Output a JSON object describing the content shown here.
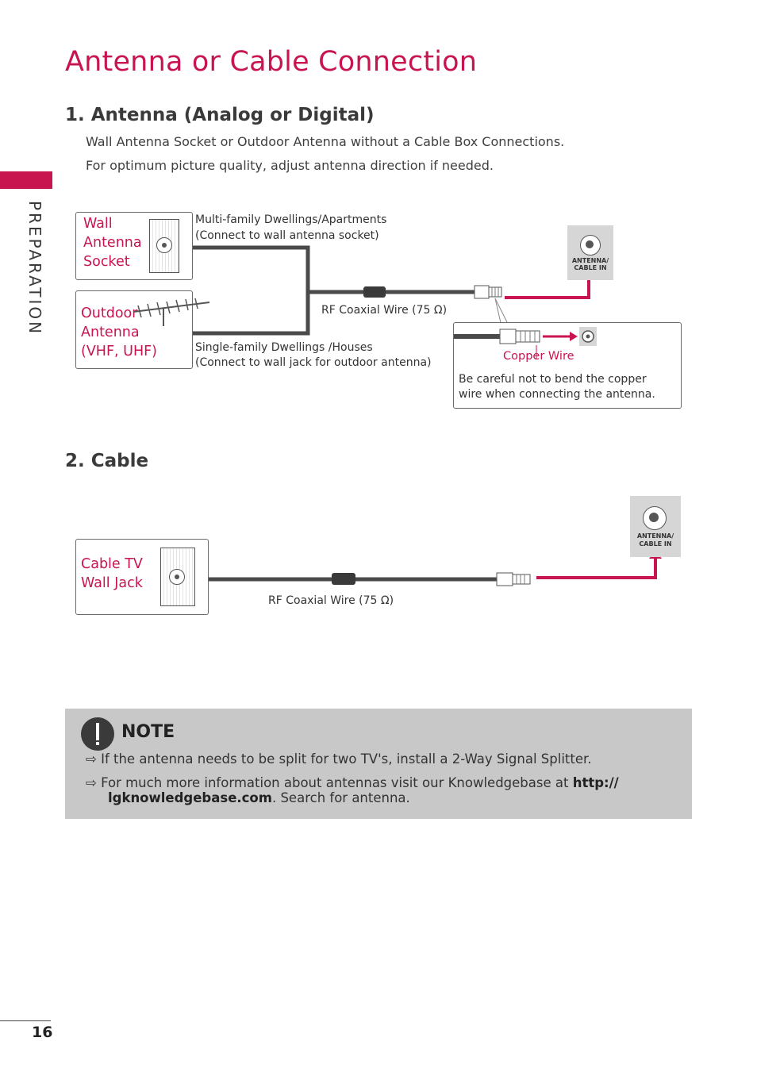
{
  "page_title": "Antenna or Cable Connection",
  "sidebar_label": "PREPARATION",
  "section1": {
    "heading": "1. Antenna (Analog or Digital)",
    "line1": "Wall Antenna Socket or Outdoor Antenna without a Cable Box Connections.",
    "line2": "For optimum picture quality, adjust antenna direction if needed.",
    "wall_label": [
      "Wall",
      "Antenna",
      "Socket"
    ],
    "outdoor_label": [
      "Outdoor",
      "Antenna",
      "(VHF, UHF)"
    ],
    "multi_family": [
      "Multi-family Dwellings/Apartments",
      "(Connect to wall antenna socket)"
    ],
    "single_family": [
      "Single-family Dwellings /Houses",
      "(Connect to wall jack for outdoor antenna)"
    ],
    "wire_label": "RF Coaxial Wire (75 Ω)",
    "copper_label": "Copper Wire",
    "caution": [
      "Be careful not to bend the copper",
      "wire when connecting the antenna."
    ],
    "port_label": [
      "ANTENNA/",
      "CABLE IN"
    ]
  },
  "section2": {
    "heading": "2. Cable",
    "cable_label": [
      "Cable TV",
      "Wall Jack"
    ],
    "wire_label": "RF Coaxial Wire (75 Ω)",
    "port_label": [
      "ANTENNA/",
      "CABLE IN"
    ]
  },
  "note": {
    "heading": "NOTE",
    "item1": "If the antenna needs to be split for two TV's, install a 2-Way Signal Splitter.",
    "item2_pre": "For much more information about antennas visit our Knowledgebase at ",
    "item2_link_a": "http://",
    "item2_link_b": "lgknowledgebase.com",
    "item2_post": ". Search for antenna."
  },
  "page_number": "16",
  "colors": {
    "accent": "#c8154f",
    "note_bg": "#c8c8c8"
  }
}
